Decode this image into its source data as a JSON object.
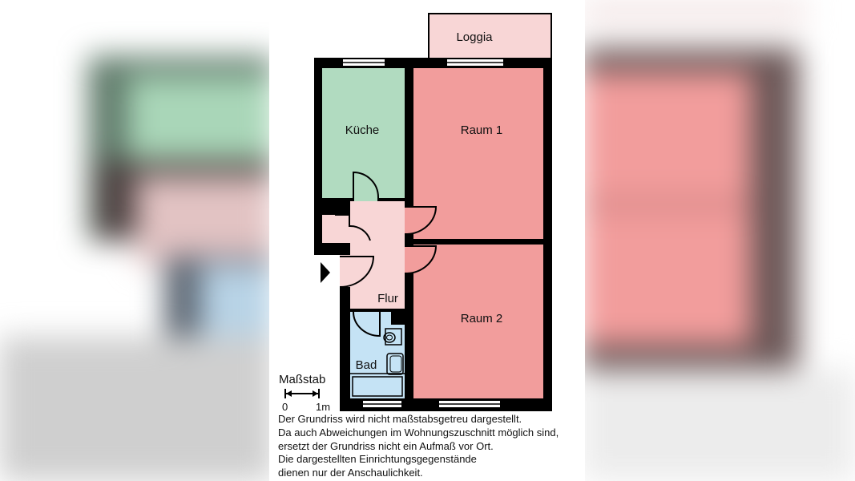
{
  "colors": {
    "kitchen": "#b1dbc0",
    "room": "#f29d9c",
    "hall": "#f8d6d6",
    "bath": "#c5e3f5",
    "wall": "#000000",
    "window": "#ffffff"
  },
  "rooms": [
    {
      "id": "loggia",
      "label": "Loggia"
    },
    {
      "id": "kitchen",
      "label": "Küche"
    },
    {
      "id": "room1",
      "label": "Raum 1"
    },
    {
      "id": "room2",
      "label": "Raum 2"
    },
    {
      "id": "hall",
      "label": "Flur"
    },
    {
      "id": "bath",
      "label": "Bad"
    }
  ],
  "scale": {
    "title": "Maßstab",
    "start": "0",
    "end": "1m"
  },
  "disclaimer": [
    "Der Grundriss wird nicht maßstabsgetreu dargestellt.",
    "Da auch Abweichungen im Wohnungszuschnitt möglich sind,",
    "ersetzt der Grundriss nicht ein Aufmaß vor Ort.",
    "Die dargestellten Einrichtungsgegenstände",
    "dienen nur der Anschaulichkeit."
  ]
}
